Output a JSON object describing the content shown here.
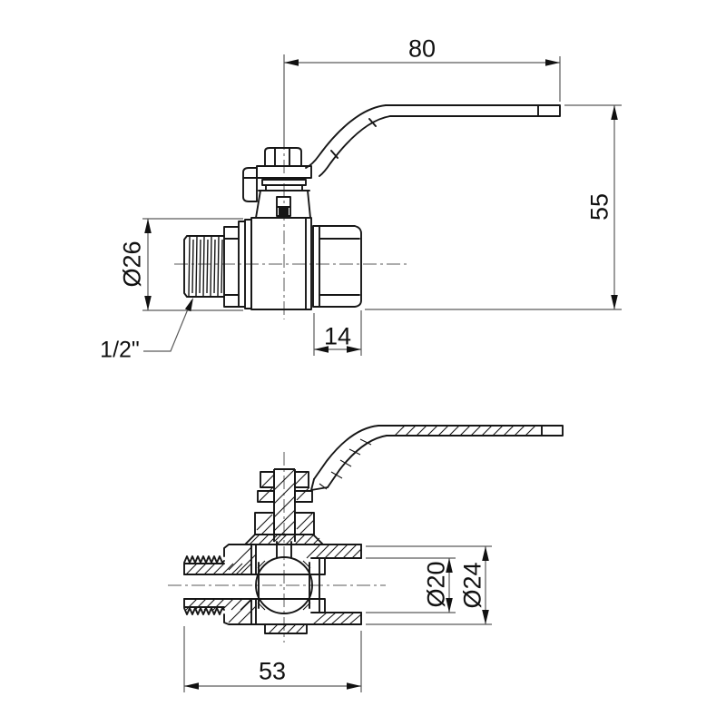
{
  "drawing": {
    "type": "technical-drawing",
    "subject": "brass ball valve with lever handle, side view and cross-section view"
  },
  "labels": {
    "top_view": {
      "handle_length": "80",
      "overall_height": "55",
      "male_thread_diameter": "Ø26",
      "female_hex_width": "14",
      "thread_size": "1/2\""
    },
    "bottom_view": {
      "body_length": "53",
      "bore_diameter": "Ø20",
      "connection_diameter": "Ø24"
    }
  },
  "colors": {
    "object_line": "#161616",
    "dim_line": "#5a5a5a",
    "text": "#111111",
    "background": "#ffffff"
  }
}
